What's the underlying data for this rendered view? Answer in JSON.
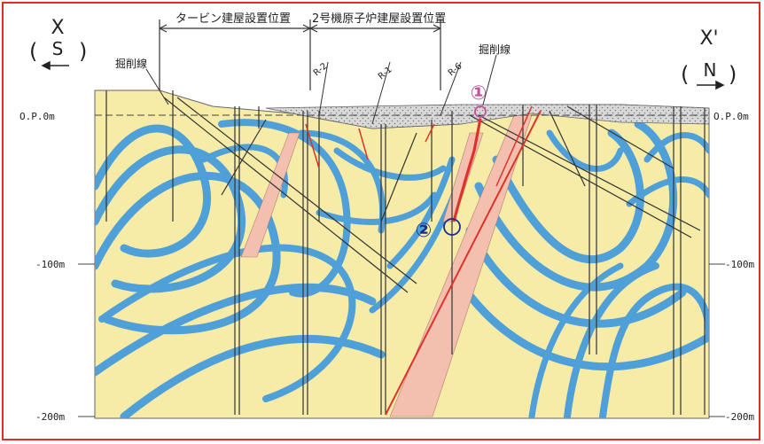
{
  "direction": {
    "left_letter": "X",
    "left_bearing": "S",
    "right_letter": "X'",
    "right_bearing": "N"
  },
  "top_labels": {
    "turbine_building": "タービン建屋設置位置",
    "reactor_building": "2号機原子炉建屋設置位置",
    "excavation_left": "掘削線",
    "excavation_right": "掘削線"
  },
  "faults": [
    "R-2",
    "R-1",
    "R-6"
  ],
  "depth_labels": [
    "O.P.0m",
    "-100m",
    "-200m"
  ],
  "markers": {
    "marker1": "①",
    "marker2": "②"
  },
  "colors": {
    "frame": "#e32b2b",
    "ground": "#f6eca8",
    "strata_blue": "#4f9fd8",
    "fault_zone": "#f3bfae",
    "fault_red": "#e0312b",
    "marker1": "#c2509c",
    "marker2": "#1d2f88"
  }
}
